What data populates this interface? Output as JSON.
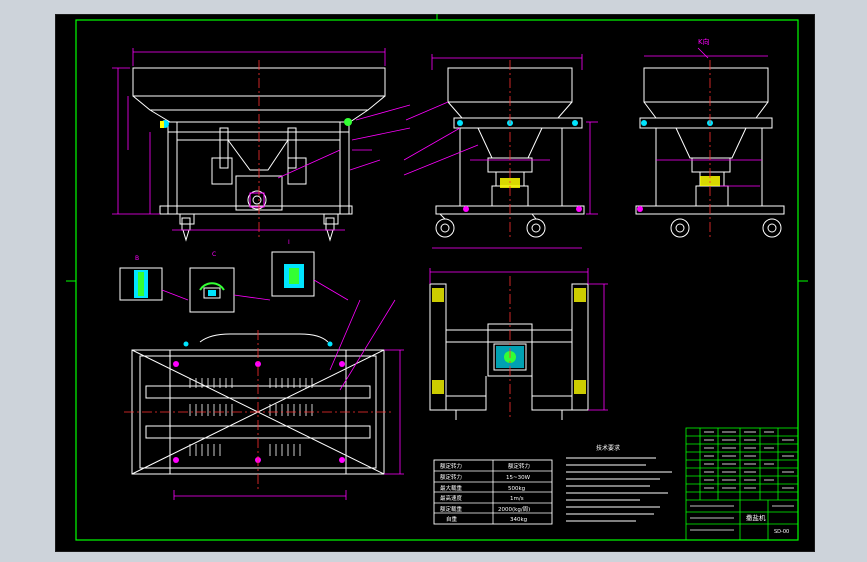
{
  "drawing": {
    "view_label_k": "K向",
    "views": [
      "front-view",
      "side-view",
      "k-view",
      "detail-a",
      "detail-b",
      "detail-c",
      "top-view",
      "plan-view"
    ],
    "detail_labels": [
      "B",
      "C",
      "I"
    ]
  },
  "spec_table": {
    "header": [
      "额定转力",
      "额定转力"
    ],
    "rows": [
      [
        "额定转力",
        "15~30W"
      ],
      [
        "最大载重",
        "500kg"
      ],
      [
        "最高速度",
        "1m/s"
      ],
      [
        "额定载重",
        "2000(kg/周)"
      ],
      [
        "自重",
        "340kg"
      ]
    ]
  },
  "tech_notes": {
    "title": "技术要求"
  },
  "title_block": {
    "drawing_name": "撒盐机",
    "drawing_no": "SD-00"
  },
  "colors": {
    "background": "#000000",
    "frame_green": "#00ff00",
    "geometry_white": "#ffffff",
    "dimension_magenta": "#ff00ff",
    "centerline_red": "#ff3030",
    "part_cyan": "#00e5ff",
    "part_yellow": "#ffff00",
    "part_green": "#33ff33"
  }
}
